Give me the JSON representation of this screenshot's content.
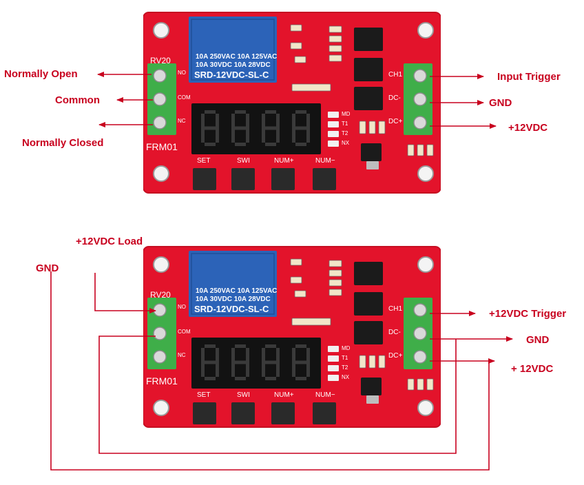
{
  "colors": {
    "pcb": "#e3132b",
    "pcb_edge": "#c60f22",
    "relay": "#2c63b8",
    "terminal": "#3fae49",
    "display": "#121212",
    "label": "#c8001e",
    "wire": "#c8001e"
  },
  "top": {
    "labels": {
      "normally_open": "Normally Open",
      "common": "Common",
      "normally_closed": "Normally Closed",
      "input_trigger": "Input Trigger",
      "gnd": "GND",
      "plus12vdc": "+12VDC"
    }
  },
  "bottom": {
    "labels": {
      "load": "+12VDC Load",
      "gnd_left": "GND",
      "trigger": "+12VDC Trigger",
      "gnd_right": "GND",
      "plus12vdc": "+ 12VDC"
    }
  },
  "board": {
    "relay_line1": "10A 250VAC  10A 125VAC",
    "relay_line2": "10A  30VDC  10A  28VDC",
    "relay_model": "SRD-12VDC-SL-C",
    "rv": "RV20",
    "frm": "FRM01",
    "no": "NO",
    "com": "COM",
    "nc": "NC",
    "ch1": "CH1",
    "dcm": "DC-",
    "dcp": "DC+",
    "md": "MD",
    "t1": "T1",
    "t2": "T2",
    "nx": "NX",
    "btn_set": "SET",
    "btn_swi": "SWI",
    "btn_nump": "NUM+",
    "btn_numm": "NUM−"
  }
}
